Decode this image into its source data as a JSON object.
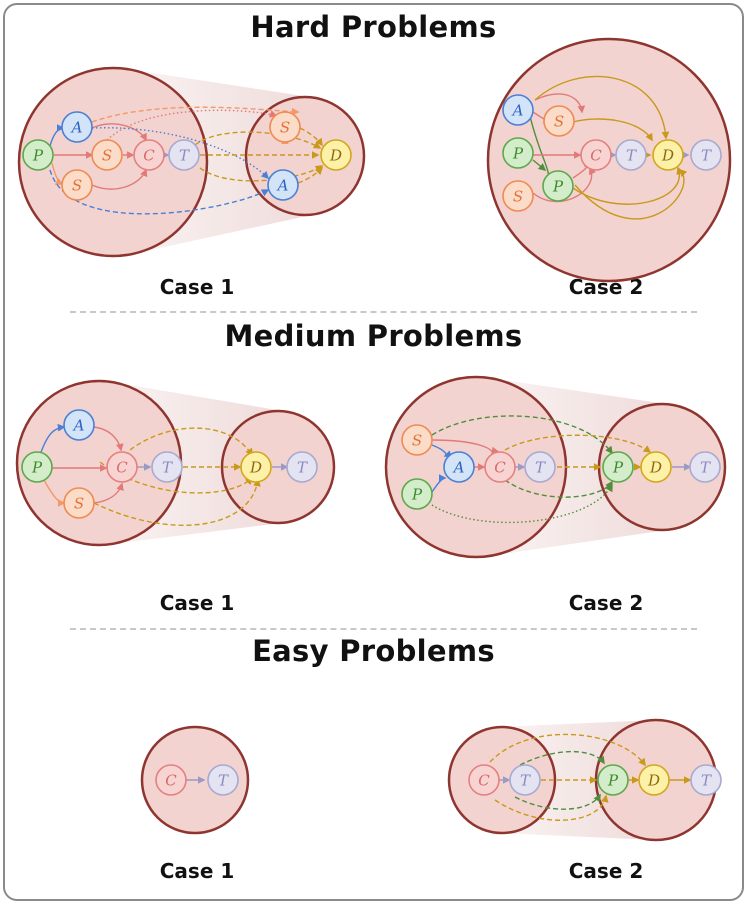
{
  "sections": [
    {
      "title": "Hard Problems",
      "case1": "Case 1",
      "case2": "Case 2"
    },
    {
      "title": "Medium Problems",
      "case1": "Case 1",
      "case2": "Case 2"
    },
    {
      "title": "Easy Problems",
      "case1": "Case 1",
      "case2": "Case 2"
    }
  ],
  "node_types": {
    "P": {
      "label": "P",
      "fill": "#d3ecc9",
      "stroke": "#5da84c",
      "text": "#3c8a2c"
    },
    "A": {
      "label": "A",
      "fill": "#d3e3f8",
      "stroke": "#4a80d6",
      "text": "#2d63c4"
    },
    "S": {
      "label": "S",
      "fill": "#fbdcc8",
      "stroke": "#f08a52",
      "text": "#e6703a"
    },
    "C": {
      "label": "C",
      "fill": "#f7d4d2",
      "stroke": "#e48080",
      "text": "#d86a6a"
    },
    "T": {
      "label": "T",
      "fill": "#e3e3f2",
      "stroke": "#a9a9cf",
      "text": "#8b8bbd"
    },
    "D": {
      "label": "D",
      "fill": "#fdf1a8",
      "stroke": "#d2a71e",
      "text": "#8a6a10"
    }
  },
  "colors": {
    "circle_fill": "#f2d3d0",
    "circle_stroke": "#8f3530",
    "frame": "#8a8a8a",
    "divider": "#c8c8c8"
  }
}
